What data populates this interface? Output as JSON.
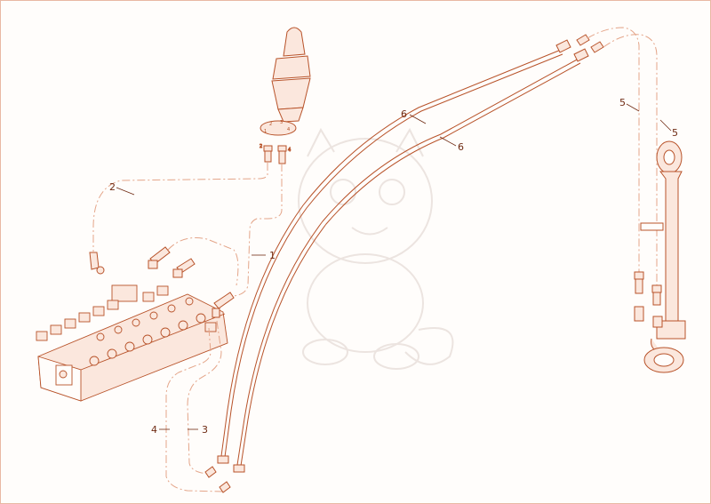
{
  "diagram": {
    "callouts": [
      {
        "id": "label-1",
        "text": "1"
      },
      {
        "id": "label-2",
        "text": "2"
      },
      {
        "id": "label-3",
        "text": "3"
      },
      {
        "id": "label-4",
        "text": "4"
      },
      {
        "id": "label-5a",
        "text": "5"
      },
      {
        "id": "label-5b",
        "text": "5"
      },
      {
        "id": "label-6a",
        "text": "6"
      },
      {
        "id": "label-6b",
        "text": "6"
      }
    ],
    "joystick_port_labels": [
      "2",
      "3",
      "4",
      "1"
    ],
    "fitting_labels": [
      "2",
      "4"
    ],
    "colors": {
      "line": "#b8532a",
      "line_light": "#e4a589",
      "fill_light": "#fbe7dd",
      "watermark": "#ece4e0",
      "label": "#6f2a12"
    }
  }
}
